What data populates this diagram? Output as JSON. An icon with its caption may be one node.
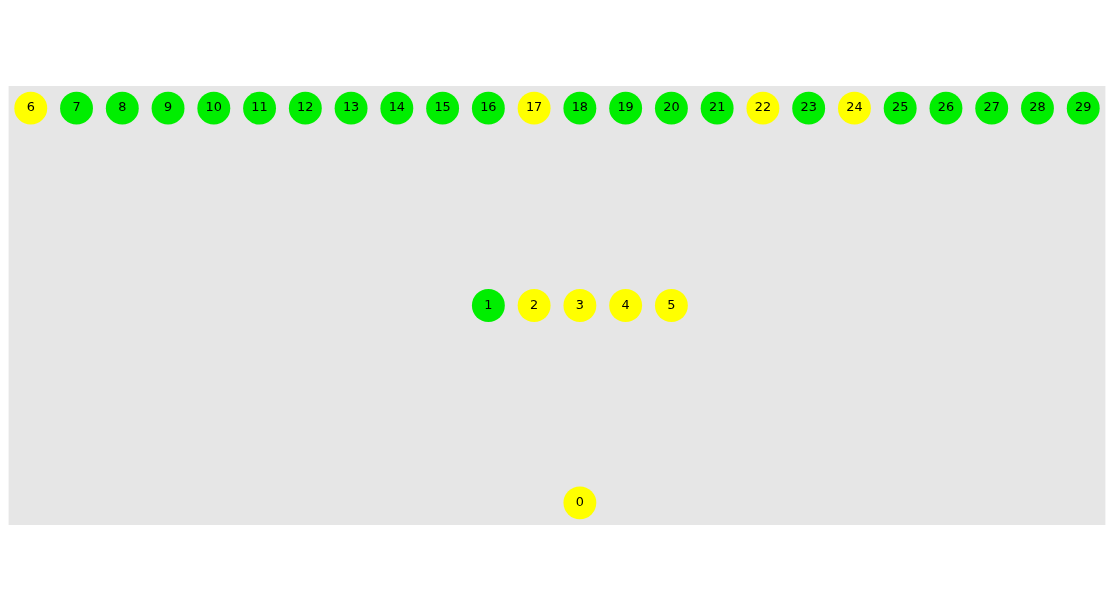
{
  "diagram": {
    "nodes": [
      {
        "text": [
          "0"
        ]
      },
      {
        "text": [
          "1"
        ]
      },
      {
        "text": [
          "2"
        ]
      },
      {
        "text": [
          "3"
        ]
      },
      {
        "text": [
          "4"
        ]
      },
      {
        "text": [
          "5"
        ]
      },
      {
        "text": [
          "6"
        ]
      },
      {
        "text": [
          "7"
        ]
      },
      {
        "text": [
          "8"
        ]
      },
      {
        "text": [
          "9"
        ]
      },
      {
        "text": [
          "10"
        ]
      },
      {
        "text": [
          "11"
        ]
      },
      {
        "text": [
          "12"
        ]
      },
      {
        "text": [
          "13"
        ]
      },
      {
        "text": [
          "14"
        ]
      },
      {
        "text": [
          "15"
        ]
      },
      {
        "text": [
          "16"
        ]
      },
      {
        "text": [
          "17"
        ]
      },
      {
        "text": [
          "18"
        ]
      },
      {
        "text": [
          "19"
        ]
      },
      {
        "text": [
          "20"
        ]
      },
      {
        "text": [
          "21"
        ]
      },
      {
        "text": [
          "22"
        ]
      },
      {
        "text": [
          "23"
        ]
      },
      {
        "text": [
          "24"
        ]
      },
      {
        "text": [
          "25"
        ]
      },
      {
        "text": [
          "26"
        ]
      },
      {
        "text": [
          "27"
        ]
      },
      {
        "text": [
          "28"
        ]
      },
      {
        "text": [
          "29"
        ]
      }
    ],
    "edges": []
  }
}
